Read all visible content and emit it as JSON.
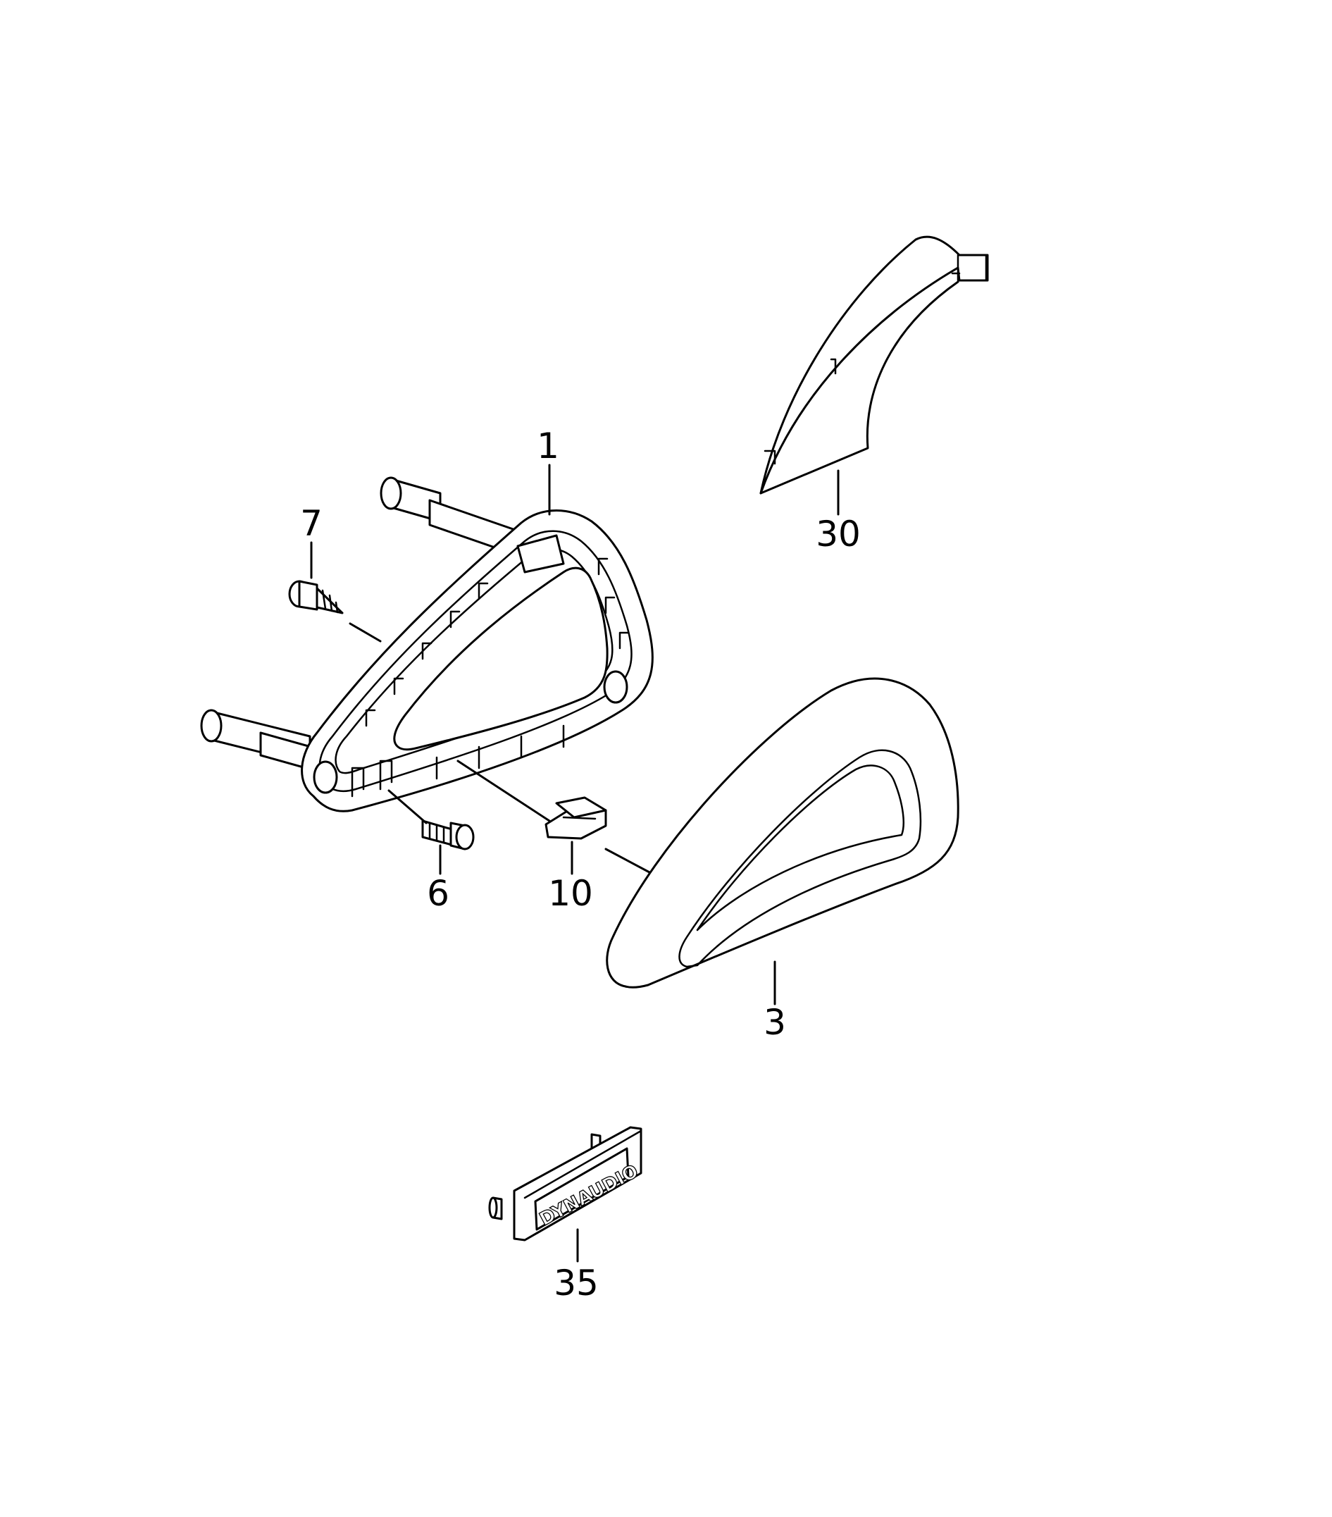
{
  "callouts": [
    {
      "id": "1",
      "label": "1"
    },
    {
      "id": "3",
      "label": "3"
    },
    {
      "id": "6",
      "label": "6"
    },
    {
      "id": "7",
      "label": "7"
    },
    {
      "id": "10",
      "label": "10"
    },
    {
      "id": "30",
      "label": "30"
    },
    {
      "id": "35",
      "label": "35"
    }
  ],
  "badge": {
    "text": "DYNAUDIO"
  }
}
